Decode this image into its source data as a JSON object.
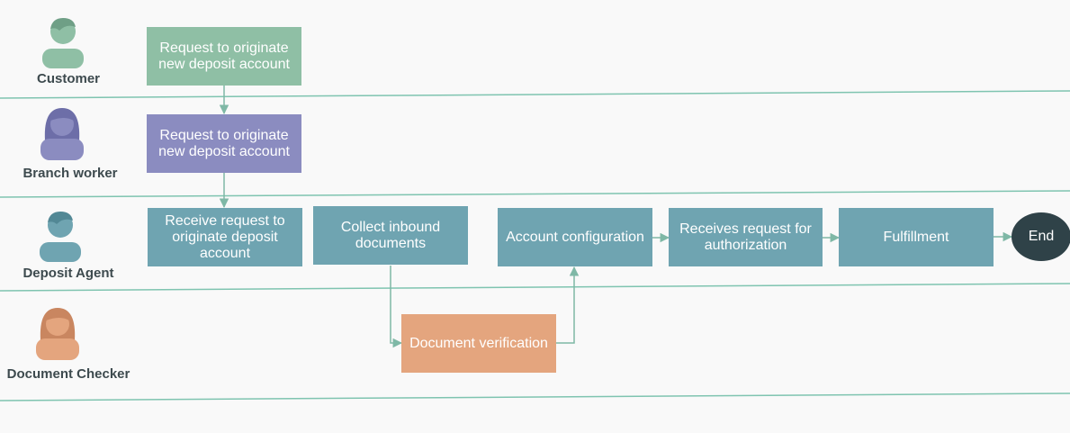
{
  "colors": {
    "customer": "#8fbfa5",
    "branch": "#8b8cc0",
    "agent": "#6fa4b1",
    "checker": "#e4a57e",
    "end": "#2f4248",
    "lane_line": "#7fc4b0",
    "arrow": "#7fb8a6"
  },
  "lanes": [
    {
      "label": "Customer",
      "avatar_icon": "male-user-icon"
    },
    {
      "label": "Branch worker",
      "avatar_icon": "female-user-icon"
    },
    {
      "label": "Deposit Agent",
      "avatar_icon": "male-user-icon"
    },
    {
      "label": "Document Checker",
      "avatar_icon": "female-user-icon"
    }
  ],
  "steps": {
    "customer_request": "Request to originate new deposit account",
    "branch_request": "Request to originate new deposit account",
    "receive_request": "Receive request to originate deposit account",
    "collect_documents": "Collect inbound documents",
    "document_verification": "Document verification",
    "account_configuration": "Account configuration",
    "authorization": "Receives request for authorization",
    "fulfillment": "Fulfillment",
    "end": "End"
  }
}
